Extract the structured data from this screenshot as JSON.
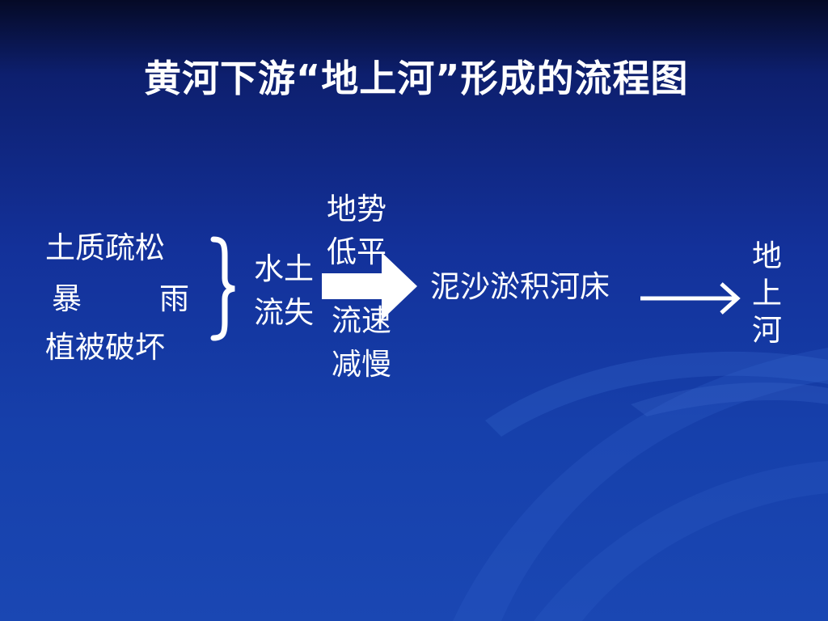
{
  "title": "黄河下游“地上河”形成的流程图",
  "causes": [
    "土质疏松",
    "暴 雨",
    "植被破坏"
  ],
  "cause_rain_chars": [
    "暴",
    "雨"
  ],
  "soil_erosion": "水土流失",
  "soil_erosion_lines": [
    "水土",
    "流失"
  ],
  "terrain": "地势低平",
  "terrain_lines": [
    "地势",
    "低平"
  ],
  "flow": "流速减慢",
  "flow_lines": [
    "流速",
    "减慢"
  ],
  "deposition": "泥沙淤积河床",
  "result": "地上河",
  "result_chars": [
    "地",
    "上",
    "河"
  ]
}
